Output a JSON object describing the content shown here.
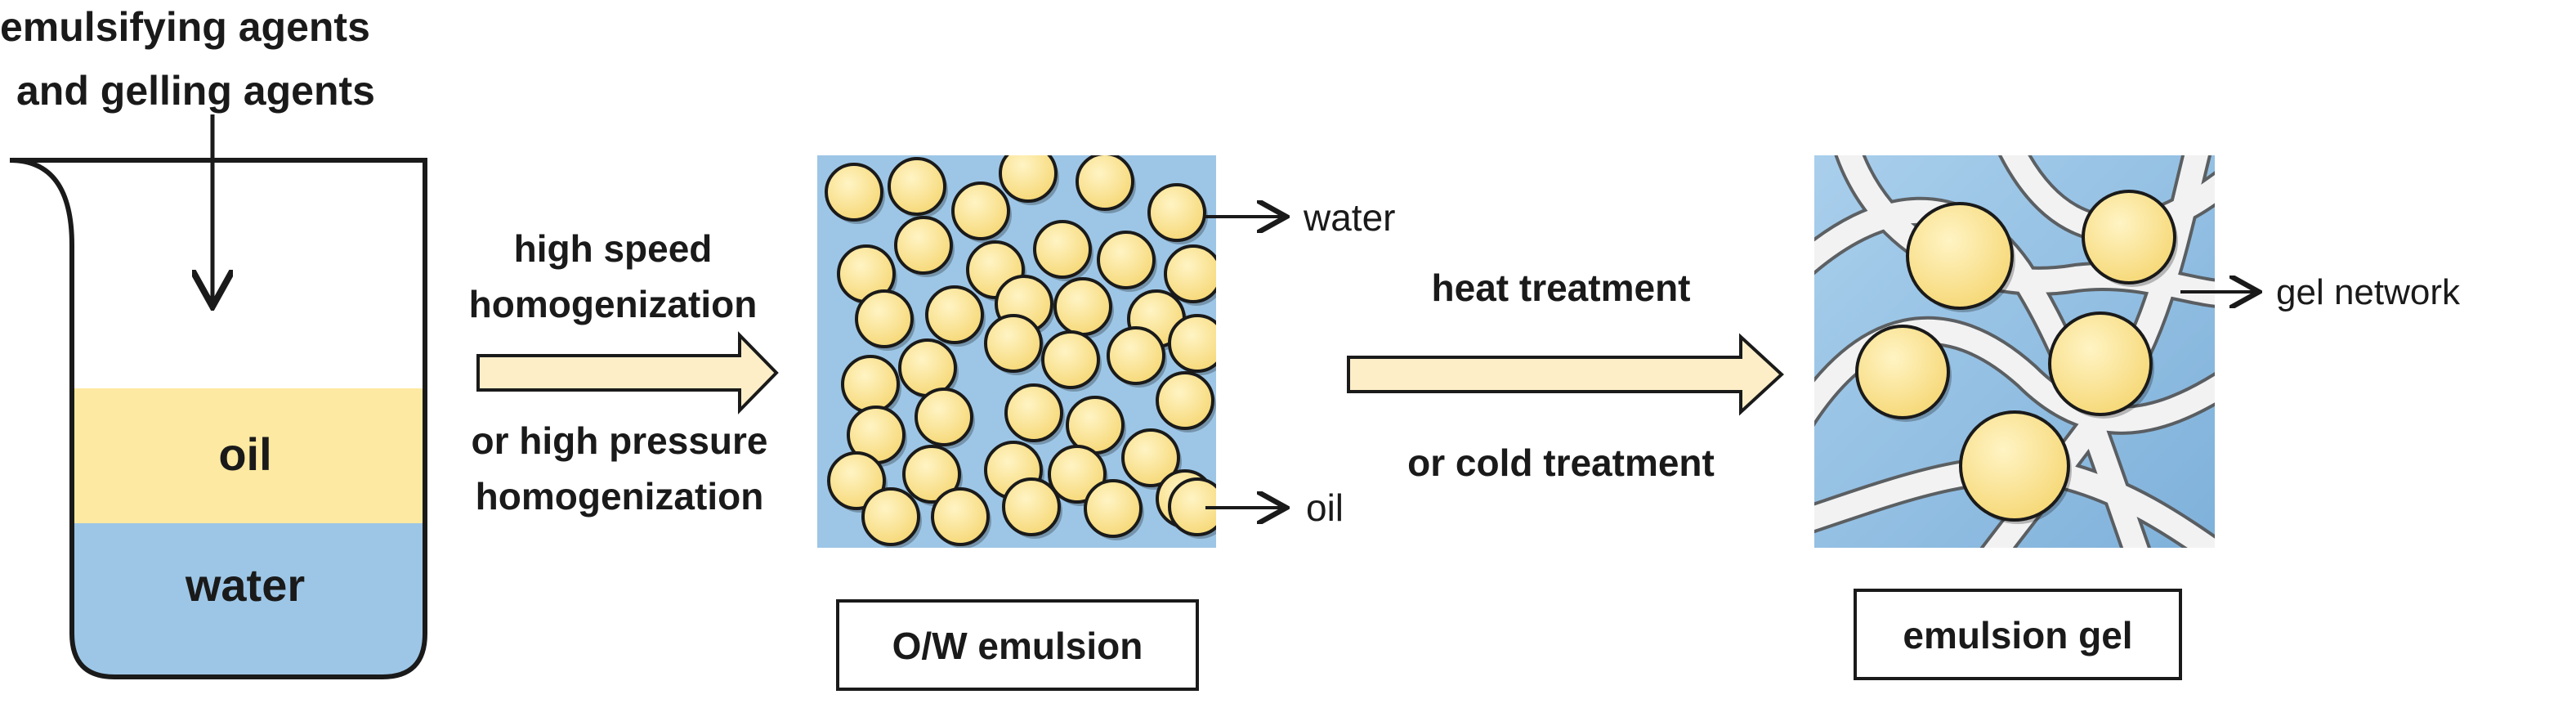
{
  "title_lines": [
    "emulsifying agents",
    "and gelling agents"
  ],
  "beaker": {
    "oil_label": "oil",
    "water_label": "water"
  },
  "step1": {
    "label_top": [
      "high speed",
      "homogenization"
    ],
    "label_bottom": [
      "or high pressure",
      "homogenization"
    ]
  },
  "emulsion": {
    "water_label": "water",
    "oil_label": "oil",
    "caption": "O/W emulsion"
  },
  "step2": {
    "label_top": "heat treatment",
    "label_bottom": "or cold treatment"
  },
  "gel": {
    "network_label": "gel network",
    "caption": "emulsion gel"
  },
  "colors": {
    "oil": "#fde9a1",
    "water": "#9dc6e6",
    "droplet": "#f8e08e",
    "arrow_fill": "#fdeec8",
    "gel_strand": "#f2f2f2"
  }
}
